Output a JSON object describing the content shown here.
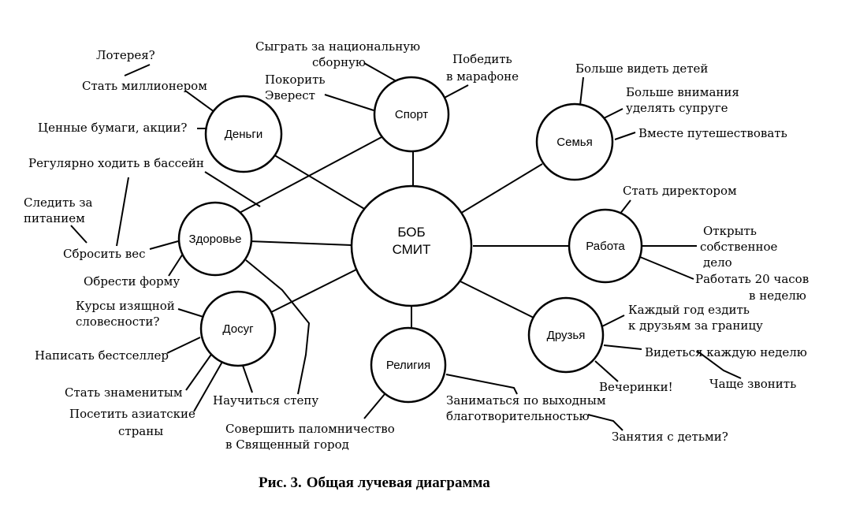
{
  "center": {
    "line1": "БОБ",
    "line2": "СМИТ"
  },
  "nodes": {
    "money": "Деньги",
    "sport": "Спорт",
    "family": "Семья",
    "work": "Работа",
    "friends": "Друзья",
    "religion": "Религия",
    "leisure": "Досуг",
    "health": "Здоровье"
  },
  "money_items": {
    "lottery": "Лотерея?",
    "millionaire": "Стать миллионером",
    "securities": "Ценные бумаги, акции?"
  },
  "sport_items": {
    "national_team_1": "Сыграть за национальную",
    "national_team_2": "сборную",
    "everest_1": "Покорить",
    "everest_2": "Эверест",
    "marathon_1": "Победить",
    "marathon_2": "в марафоне"
  },
  "family_items": {
    "children": "Больше видеть детей",
    "spouse_1": "Больше внимания",
    "spouse_2": "уделять супруге",
    "travel": "Вместе путешествовать"
  },
  "work_items": {
    "director": "Стать директором",
    "own_business_1": "Открыть",
    "own_business_2": "собственное",
    "own_business_3": "дело",
    "hours_1": "Работать 20 часов",
    "hours_2": "в неделю"
  },
  "friends_items": {
    "abroad_1": "Каждый год ездить",
    "abroad_2": "к друзьям за границу",
    "weekly": "Видеться каждую неделю",
    "call": "Чаще звонить",
    "parties": "Вечеринки!"
  },
  "religion_items": {
    "charity_1": "Заниматься по выходным",
    "charity_2": "благотворительностью",
    "children": "Занятия с детьми?",
    "pilgrimage_1": "Совершить паломничество",
    "pilgrimage_2": "в Священный город"
  },
  "leisure_items": {
    "literature_1": "Курсы изящной",
    "literature_2": "словесности?",
    "bestseller": "Написать бестселлер",
    "famous": "Стать знаменитым",
    "asia_1": "Посетить азиатские",
    "asia_2": "страны",
    "tap": "Научиться степу"
  },
  "health_items": {
    "pool": "Регулярно ходить в бассейн",
    "nutrition_1": "Следить за",
    "nutrition_2": "питанием",
    "lose_weight": "Сбросить вес",
    "fitness": "Обрести форму"
  },
  "caption": {
    "label": "Рис. 3.",
    "title": "Общая лучевая диаграмма"
  }
}
